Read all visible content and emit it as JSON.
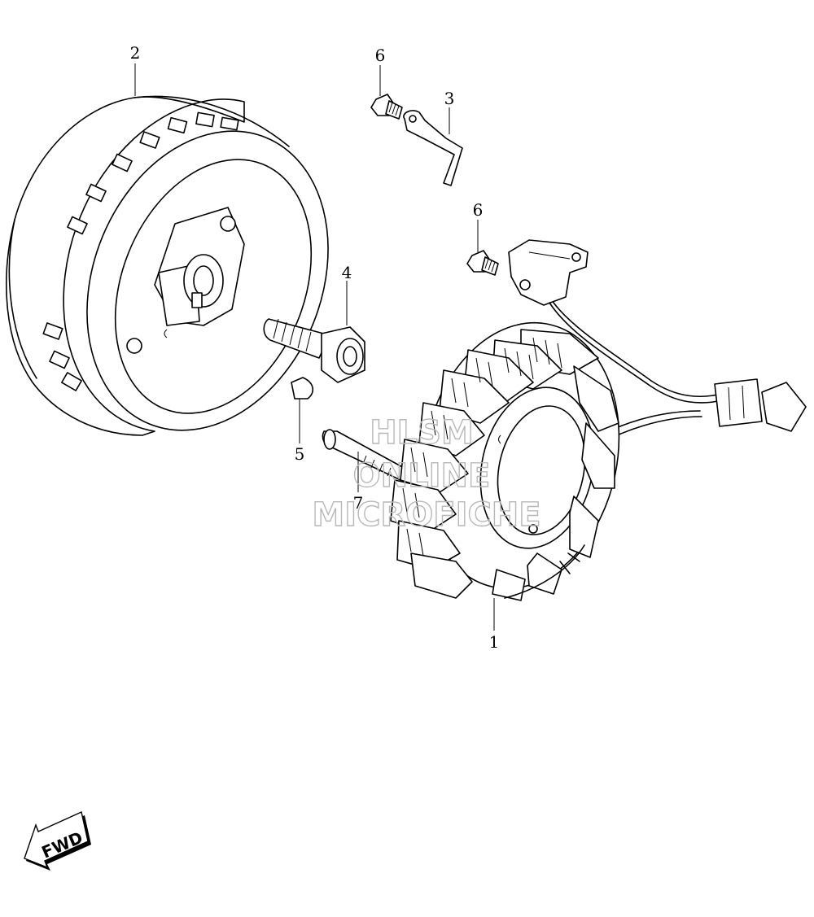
{
  "parts": [
    {
      "number": "1"
    },
    {
      "number": "2"
    },
    {
      "number": "3"
    },
    {
      "number": "4"
    },
    {
      "number": "5"
    },
    {
      "number": "6"
    },
    {
      "number": "6"
    },
    {
      "number": "7"
    }
  ],
  "watermark": {
    "line1": "HLSM",
    "line2": "ONLINE",
    "line3": "MICROFICHE"
  },
  "fwd_label": "FWD",
  "colors": {
    "line": "#000000",
    "background": "#ffffff",
    "watermark": "#b8b8b8"
  }
}
